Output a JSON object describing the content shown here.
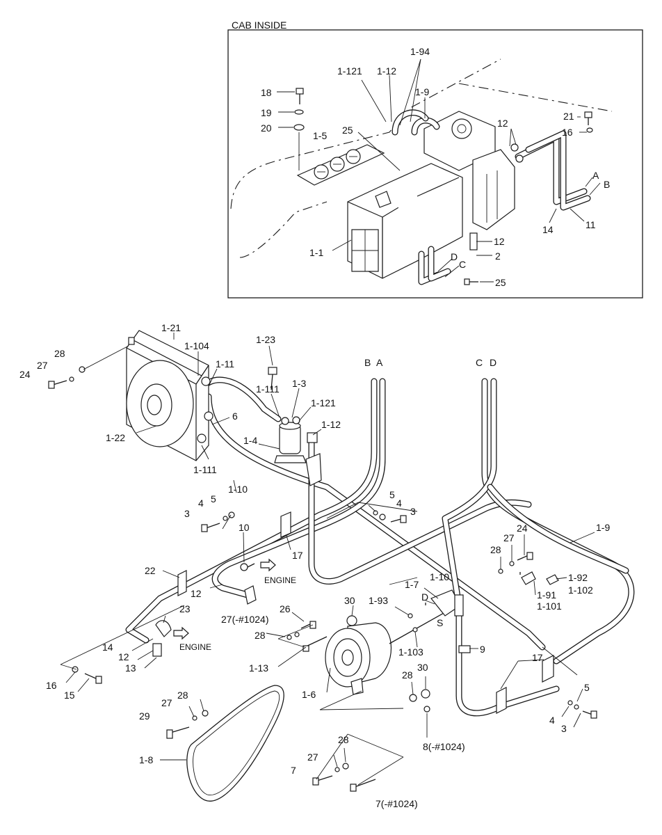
{
  "cab_title": "CAB INSIDE",
  "engine_labels": [
    "ENGINE",
    "ENGINE"
  ],
  "cab_parts": {
    "p1_121": "1-121",
    "p1_12": "1-12",
    "p1_94": "1-94",
    "p1_9": "1-9",
    "p18": "18",
    "p19": "19",
    "p20": "20",
    "p1_5": "1-5",
    "p25a": "25",
    "p21": "21",
    "p16": "16",
    "p12a": "12",
    "pA": "A",
    "pB": "B",
    "p14": "14",
    "p11": "11",
    "p1_1": "1-1",
    "p12b": "12",
    "p2": "2",
    "pD": "D",
    "pC": "C",
    "p25b": "25"
  },
  "parts": {
    "p1_21": "1-21",
    "p28a": "28",
    "p27a": "27",
    "p24a": "24",
    "p1_104": "1-104",
    "p1_11": "1-11",
    "p1_23": "1-23",
    "p1_111a": "1-111",
    "p1_3": "1-3",
    "p1_121b": "1-121",
    "p1_12b": "1-12",
    "p6": "6",
    "p1_22": "1-22",
    "p1_4": "1-4",
    "p1_111b": "1-111",
    "p1_10a": "1-10",
    "pB2": "B",
    "pA2": "A",
    "pC2": "C",
    "pD2": "D",
    "p5a": "5",
    "p4a": "4",
    "p3a": "3",
    "p5b": "5",
    "p4b": "4",
    "p3b": "3",
    "p10": "10",
    "p17a": "17",
    "p22": "22",
    "p12c": "12",
    "p1_10b": "1-10",
    "p28b": "28",
    "p27b": "27",
    "p24b": "24",
    "p1_9b": "1-9",
    "p1_92": "1-92",
    "p1_102": "1-102",
    "p1_91": "1-91",
    "p1_101": "1-101",
    "p1_7": "1-7",
    "pD3": "D",
    "pS": "S",
    "p30a": "30",
    "p1_93": "1-93",
    "p23": "23",
    "p26": "26",
    "p27c": "27(-#1024)",
    "p28c": "28",
    "p14b": "14",
    "p12d": "12",
    "p13": "13",
    "p1_103": "1-103",
    "p9": "9",
    "p17b": "17",
    "p1_13": "1-13",
    "p16b": "16",
    "p15": "15",
    "p28d": "28",
    "p30b": "30",
    "p1_6": "1-6",
    "p5c": "5",
    "p4c": "4",
    "p3c": "3",
    "p27d": "27",
    "p28e": "28",
    "p29": "29",
    "p8": "8(-#1024)",
    "p1_8": "1-8",
    "p28f": "28",
    "p27e": "27",
    "p7a": "7",
    "p7b": "7(-#1024)"
  }
}
